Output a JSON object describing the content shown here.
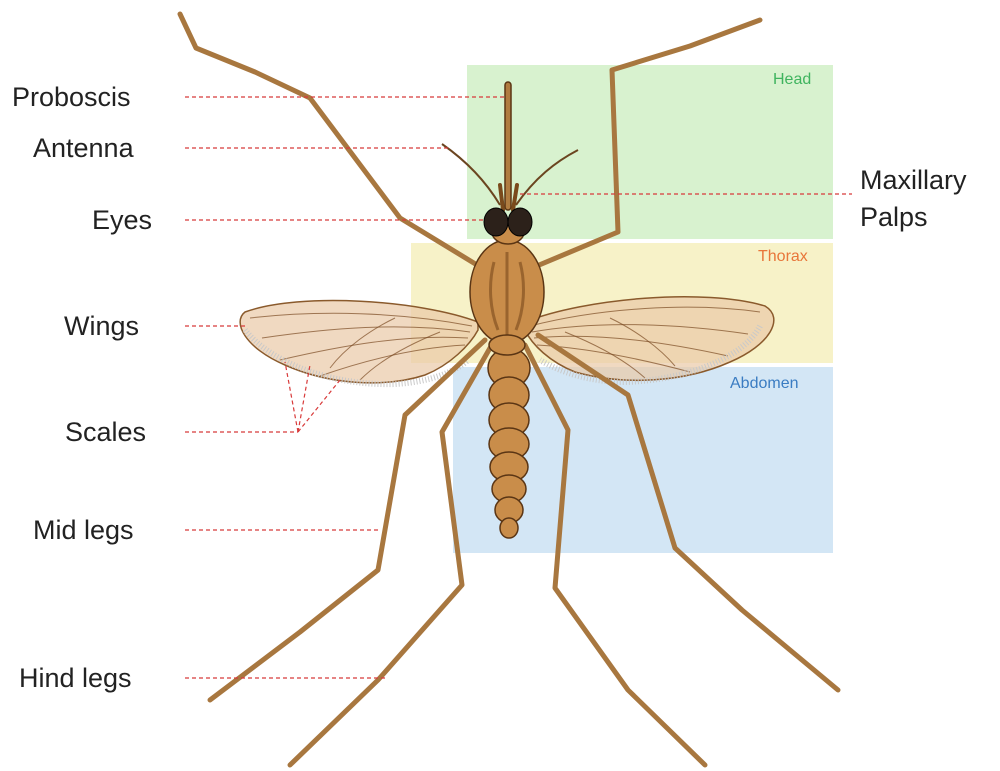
{
  "colors": {
    "head_region": "#d8f2cf",
    "thorax_region": "#f7f2c8",
    "abdomen_region": "#d3e6f5",
    "head_text": "#3fb45e",
    "thorax_text": "#e8763a",
    "abdomen_text": "#3a7cc2",
    "leader_line": "#d83a3a",
    "body_fill": "#c98d4a",
    "body_stroke": "#5a3514",
    "leg": "#a8773f",
    "eye": "#2c211a",
    "wing": "#e9c9a6"
  },
  "regions": {
    "head": "Head",
    "thorax": "Thorax",
    "abdomen": "Abdomen"
  },
  "labels": {
    "proboscis": "Proboscis",
    "antenna": "Antenna",
    "eyes": "Eyes",
    "wings": "Wings",
    "scales": "Scales",
    "mid_legs": "Mid legs",
    "hind_legs": "Hind legs",
    "maxillary_line1": "Maxillary",
    "maxillary_line2": "Palps"
  }
}
